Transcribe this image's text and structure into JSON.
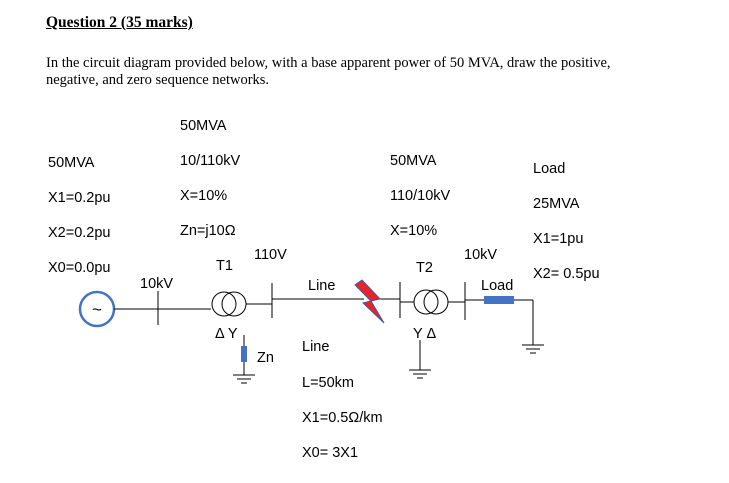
{
  "question": {
    "heading": "Question 2 (35 marks)",
    "line1": "In the circuit diagram provided below, with a base apparent power of 50 MVA, draw the positive,",
    "line2": "negative, and zero sequence networks."
  },
  "generator": {
    "rating": "50MVA",
    "x1": "X1=0.2pu",
    "x2": "X2=0.2pu",
    "x0": "X0=0.0pu",
    "bus_voltage": "10kV",
    "symbol": "~"
  },
  "transformer1": {
    "rating": "50MVA",
    "voltage": "10/110kV",
    "reactance": "X=10%",
    "grounding": "Zn=j10Ω",
    "name": "T1",
    "hv_voltage": "110V",
    "winding": "Δ Y",
    "zn_label": "Zn"
  },
  "line": {
    "label_top": "Line",
    "label_mid": "Line",
    "length": "L=50km",
    "x1": "X1=0.5Ω/km",
    "x0": "X0= 3X1"
  },
  "transformer2": {
    "rating": "50MVA",
    "voltage": "110/10kV",
    "reactance": "X=10%",
    "name": "T2",
    "winding": "Y Δ"
  },
  "load": {
    "title": "Load",
    "rating": "25MVA",
    "x1": "X1=1pu",
    "x2": "X2= 0.5pu",
    "bus_voltage": "10kV",
    "symbol_label": "Load"
  },
  "colors": {
    "line": "#000000",
    "generator_ring": "#4472c4",
    "load_block": "#4472c4",
    "fault_fill": "#e8242a",
    "fault_edge": "#3b5b9a"
  }
}
